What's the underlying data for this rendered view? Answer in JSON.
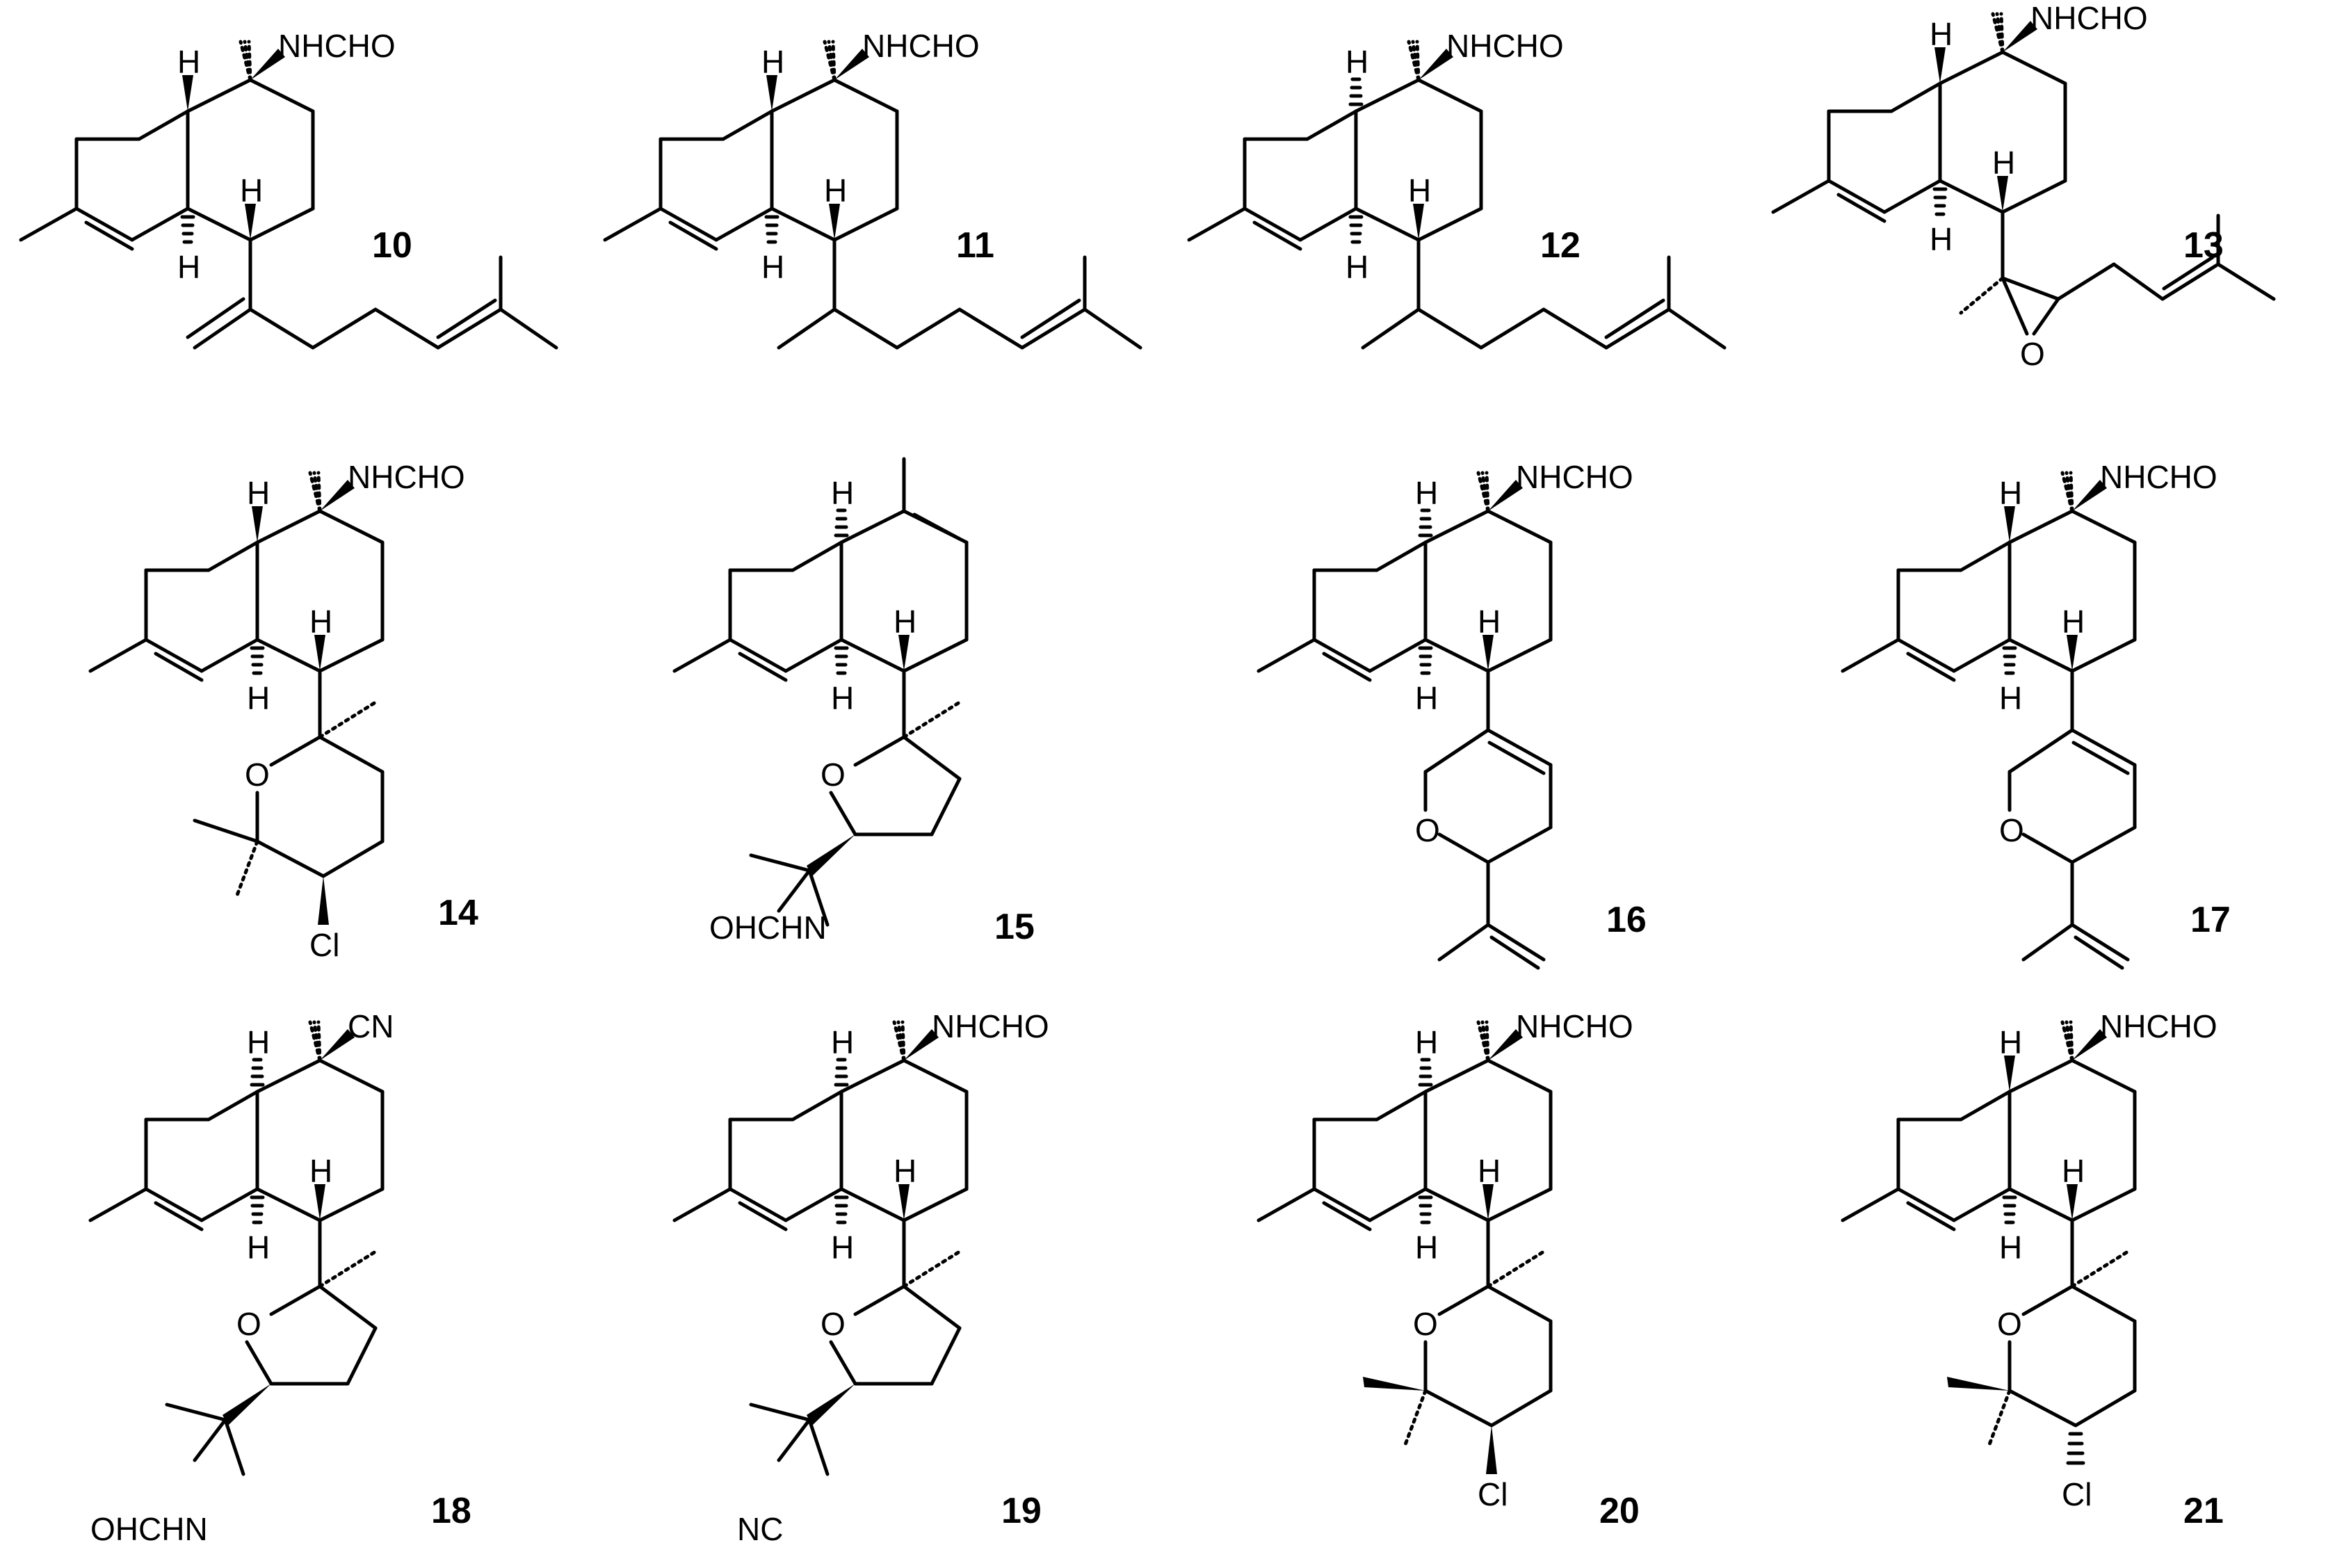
{
  "compounds": [
    {
      "id": "10",
      "label": "10",
      "n_group": "NHCHO",
      "ring_h_top": "H",
      "ring_h_bottom": "H",
      "side_h": "H",
      "side": "exo-methylene prenyl chain"
    },
    {
      "id": "11",
      "label": "11",
      "n_group": "NHCHO",
      "ring_h_top": "H",
      "ring_h_bottom": "H",
      "side_h": "H",
      "side": "methyl prenyl chain"
    },
    {
      "id": "12",
      "label": "12",
      "n_group": "NHCHO",
      "ring_h_top": "H",
      "ring_h_bottom": "H",
      "side_h": "H",
      "side": "methyl prenyl chain"
    },
    {
      "id": "13",
      "label": "13",
      "n_group": "NHCHO",
      "ring_h_top": "H",
      "ring_h_bottom": "H",
      "side_h": "H",
      "ring_o": "O",
      "side": "epoxide prenyl"
    },
    {
      "id": "14",
      "label": "14",
      "n_group": "NHCHO",
      "ring_h_top": "H",
      "ring_h_bottom": "H",
      "side_h": "H",
      "ring_o": "O",
      "halogen": "Cl",
      "side": "chloro tetrahydropyran"
    },
    {
      "id": "15",
      "label": "15",
      "ring_h_top": "H",
      "ring_h_bottom": "H",
      "side_h": "H",
      "ring_o": "O",
      "n_group_side": "OHCHN",
      "side": "tetrahydrofuran"
    },
    {
      "id": "16",
      "label": "16",
      "n_group": "NHCHO",
      "ring_h_top": "H",
      "ring_h_bottom": "H",
      "side_h": "H",
      "ring_o": "O",
      "side": "dihydropyran isopropenyl"
    },
    {
      "id": "17",
      "label": "17",
      "n_group": "NHCHO",
      "ring_h_top": "H",
      "ring_h_bottom": "H",
      "side_h": "H",
      "ring_o": "O",
      "side": "dihydropyran isopropenyl"
    },
    {
      "id": "18",
      "label": "18",
      "n_group": "CN",
      "ring_h_top": "H",
      "ring_h_bottom": "H",
      "side_h": "H",
      "ring_o": "O",
      "n_group_side": "OHCHN",
      "side": "tetrahydrofuran"
    },
    {
      "id": "19",
      "label": "19",
      "n_group": "NHCHO",
      "ring_h_top": "H",
      "ring_h_bottom": "H",
      "side_h": "H",
      "ring_o": "O",
      "n_group_side": "NC",
      "side": "tetrahydrofuran"
    },
    {
      "id": "20",
      "label": "20",
      "n_group": "NHCHO",
      "ring_h_top": "H",
      "ring_h_bottom": "H",
      "side_h": "H",
      "ring_o": "O",
      "halogen": "Cl",
      "side": "chloro tetrahydropyran"
    },
    {
      "id": "21",
      "label": "21",
      "n_group": "NHCHO",
      "ring_h_top": "H",
      "ring_h_bottom": "H",
      "side_h": "H",
      "ring_o": "O",
      "halogen": "Cl",
      "side": "chloro tetrahydropyran"
    }
  ]
}
